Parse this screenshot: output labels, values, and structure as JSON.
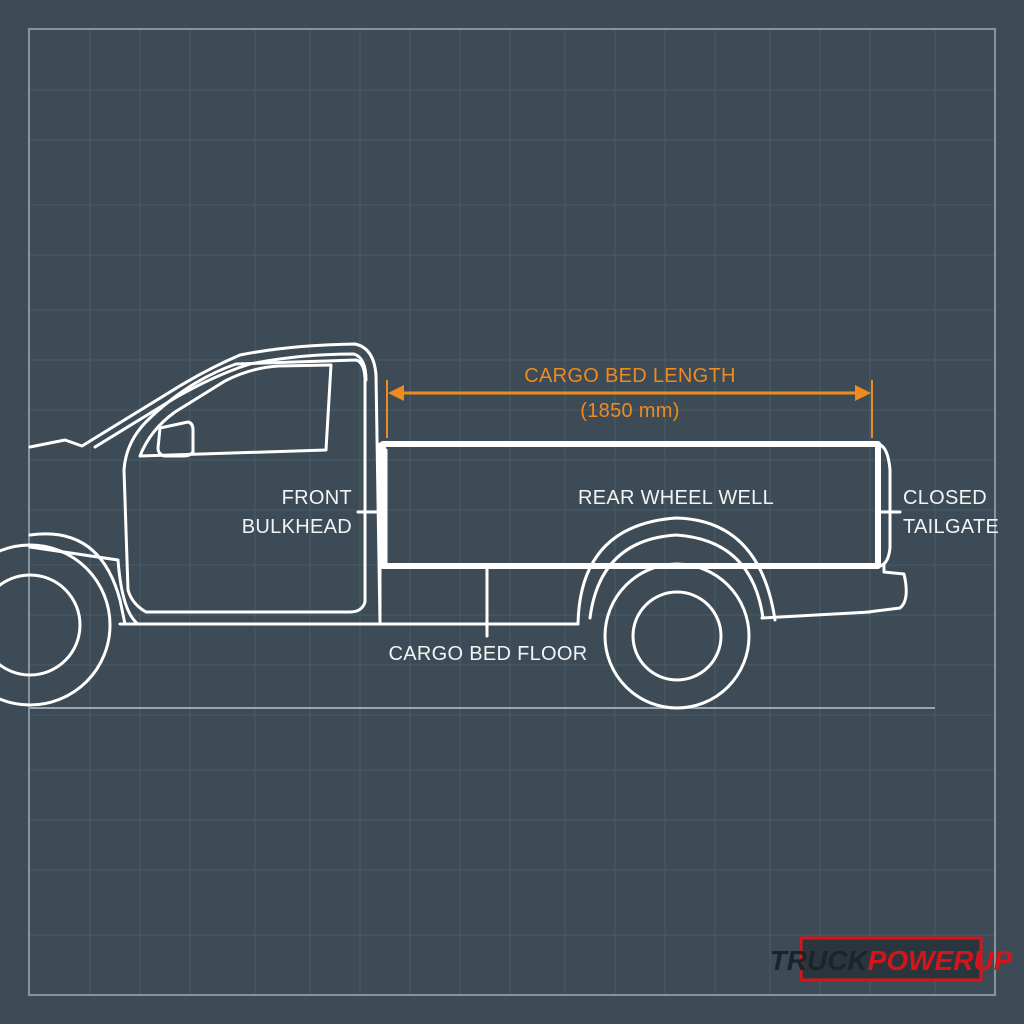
{
  "labels": {
    "front_bulkhead_line1": "FRONT",
    "front_bulkhead_line2": "BULKHEAD",
    "rear_wheel_well": "REAR WHEEL WELL",
    "closed_tailgate_line1": "CLOSED",
    "closed_tailgate_line2": "TAILGATE",
    "cargo_bed_floor": "CARGO BED FLOOR"
  },
  "dimension": {
    "title": "CARGO BED LENGTH",
    "value": "(1850 mm)"
  },
  "logo": {
    "part1": "TRUCK",
    "part2": "POWERUP"
  },
  "colors": {
    "background": "#3c4b55",
    "grid": "#5a6a74",
    "line": "#ffffff",
    "accent": "#f08a1e",
    "logo_red": "#d4161b"
  }
}
